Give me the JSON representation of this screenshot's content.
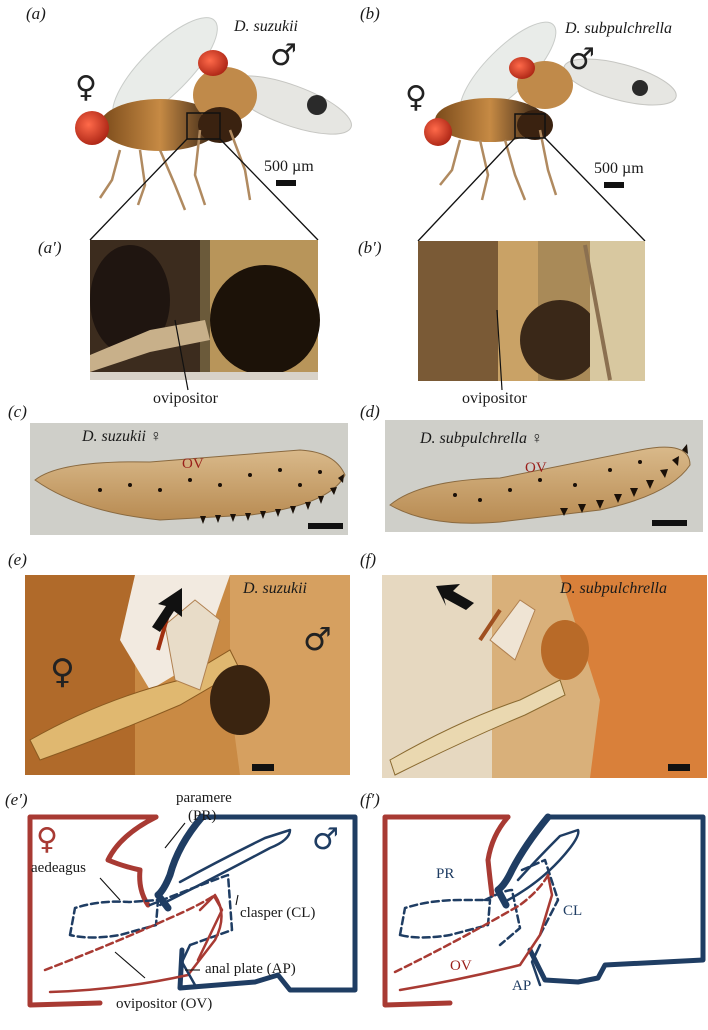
{
  "panels": {
    "a": "(a)",
    "b": "(b)",
    "a_prime": "(a′)",
    "b_prime": "(b′)",
    "c": "(c)",
    "d": "(d)",
    "e": "(e)",
    "f": "(f)",
    "e_prime": "(e′)",
    "f_prime": "(f′)"
  },
  "species": {
    "suzukii": "D. suzukii",
    "subpulchrella": "D. subpulchrella",
    "suzukii_female": "D. suzukii ♀",
    "subpulchrella_female": "D. subpulchrella ♀"
  },
  "symbols": {
    "female": "♀",
    "male": "♂"
  },
  "scale": {
    "label": "500 µm"
  },
  "labels": {
    "ovipositor": "ovipositor",
    "ov": "OV",
    "paramere": "paramere",
    "pr_abbr": "(PR)",
    "aedeagus": "aedeagus",
    "clasper": "clasper (CL)",
    "anal_plate": "anal plate (AP)",
    "ovipositor_ov": "ovipositor (OV)",
    "pr": "PR",
    "cl": "CL",
    "ap": "AP"
  },
  "colors": {
    "female": "#a83a33",
    "male": "#1f3d63",
    "ov_text": "#9a1f1a"
  }
}
